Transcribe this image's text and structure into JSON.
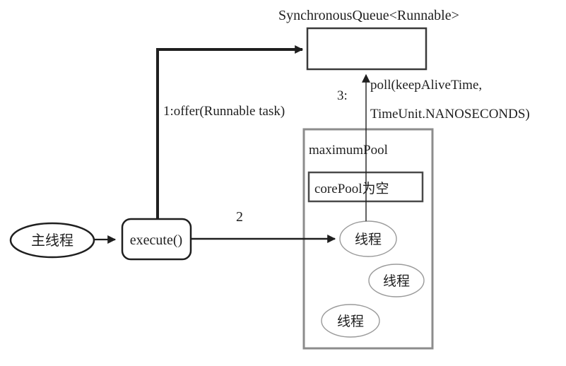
{
  "diagram": {
    "queue": {
      "title": "SynchronousQueue&lt;Runnable&gt;",
      "title_plain": "SynchronousQueue<Runnable>"
    },
    "pool": {
      "maximum_label": "maximumPool",
      "core_label": "corePool为空"
    },
    "nodes": {
      "main_thread": "主线程",
      "execute": "execute()"
    },
    "threads": [
      "线程",
      "线程",
      "线程"
    ],
    "labels": {
      "offer": "1:offer(Runnable task)",
      "step2": "2",
      "step3": "3:",
      "poll_line1": "poll(keepAliveTime,",
      "poll_line2": "TimeUnit.NANOSECONDS)"
    },
    "colors": {
      "line": "#1f1f1f",
      "pool_border": "#8c8c8c",
      "core_border": "#4a4a4a",
      "thread_ellipse_border": "#9a9a9a",
      "background": "#ffffff"
    }
  }
}
